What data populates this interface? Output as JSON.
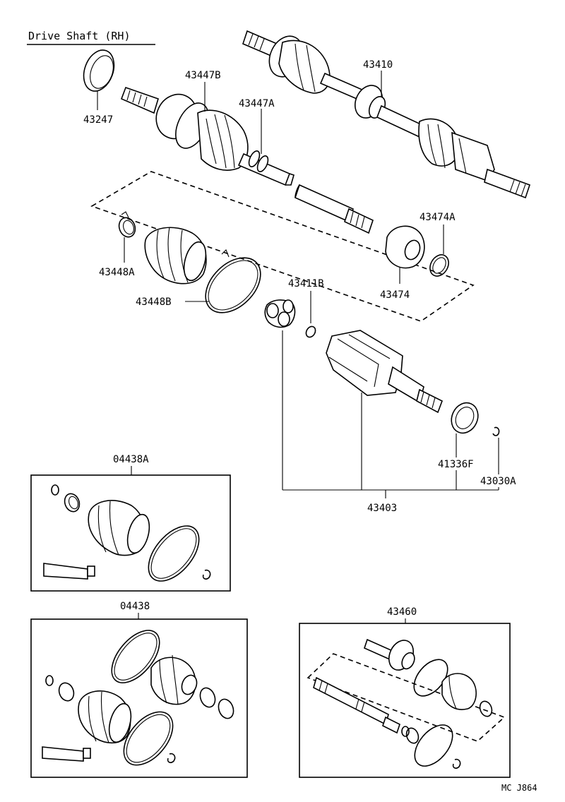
{
  "diagram": {
    "title": "Drive Shaft (RH)",
    "code": "MC J864"
  },
  "parts": {
    "p43247": "43247",
    "p43447B": "43447B",
    "p43447A": "43447A",
    "p43410": "43410",
    "p43448A": "43448A",
    "p43448B": "43448B",
    "p43474A": "43474A",
    "p43474": "43474",
    "p43411B": "43411B",
    "p41336F": "41336F",
    "p43030A": "43030A",
    "p43403": "43403",
    "p04438A": "04438A",
    "p04438": "04438",
    "p43460": "43460"
  }
}
